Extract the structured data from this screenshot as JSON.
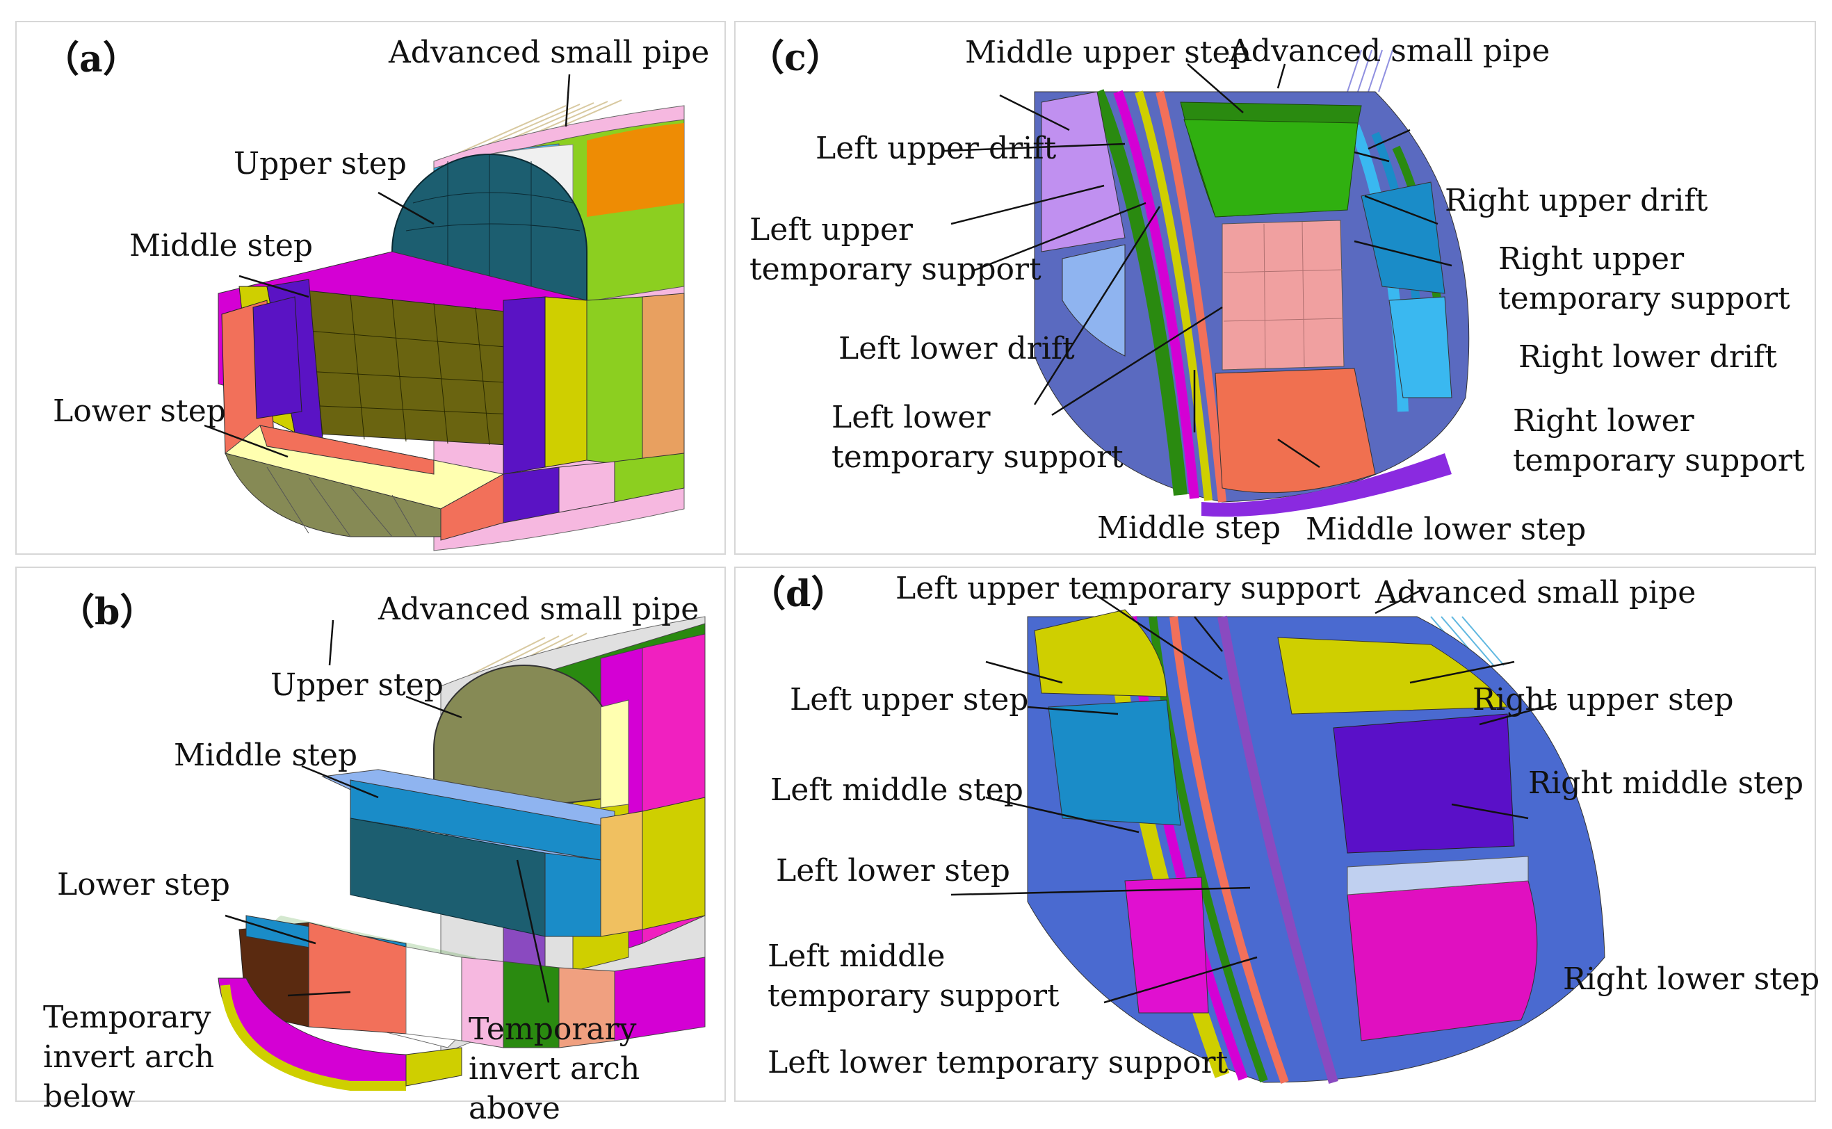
{
  "panels": {
    "a": {
      "tag": "（a）",
      "labels": {
        "pipe": "Advanced small pipe",
        "upper": "Upper step",
        "middle": "Middle step",
        "lower": "Lower step"
      }
    },
    "b": {
      "tag": "（b）",
      "labels": {
        "pipe": "Advanced small pipe",
        "upper": "Upper step",
        "middle": "Middle step",
        "lower": "Lower step",
        "invert_below": "Temporary invert arch below",
        "invert_above": "Temporary invert arch above"
      }
    },
    "c": {
      "tag": "（c）",
      "labels": {
        "middle_upper": "Middle upper step",
        "pipe": "Advanced small pipe",
        "left_upper_drift": "Left upper drift",
        "right_upper_drift": "Right upper drift",
        "left_upper_support": "Left upper temporary support",
        "right_upper_support": "Right upper temporary support",
        "left_lower_drift": "Left lower drift",
        "right_lower_drift": "Right lower drift",
        "left_lower_support": "Left lower temporary support",
        "right_lower_support": "Right lower temporary support",
        "middle_step": "Middle step",
        "middle_lower": "Middle lower step"
      }
    },
    "d": {
      "tag": "（d）",
      "labels": {
        "left_upper_support": "Left upper temporary support",
        "pipe": "Advanced small pipe",
        "left_upper_step": "Left upper step",
        "right_upper_step": "Right upper step",
        "left_middle_step": "Left middle step",
        "right_middle_step": "Right middle step",
        "left_lower_step": "Left lower step",
        "right_lower_step": "Right lower step",
        "left_middle_support": "Left middle temporary support",
        "left_lower_support": "Left lower temporary support"
      }
    }
  },
  "colors": {
    "teal": "#1c5e70",
    "olive": "#cfcf00",
    "purple": "#5a13c4",
    "magenta": "#d400d4",
    "salmon": "#f2705a",
    "cream": "#ffffb0",
    "skyblue": "#3ab8f0",
    "pink": "#f6b8e0",
    "green": "#8ccf20",
    "orange": "#ff8000",
    "khaki": "#868a55",
    "lavender": "#c090f0",
    "lightblue": "#8fb4f0",
    "peach": "#f0a080",
    "darkgreen": "#2a8a10",
    "hotpink": "#f020c0",
    "blue": "#1a8cc8",
    "violet": "#6a10d0"
  }
}
